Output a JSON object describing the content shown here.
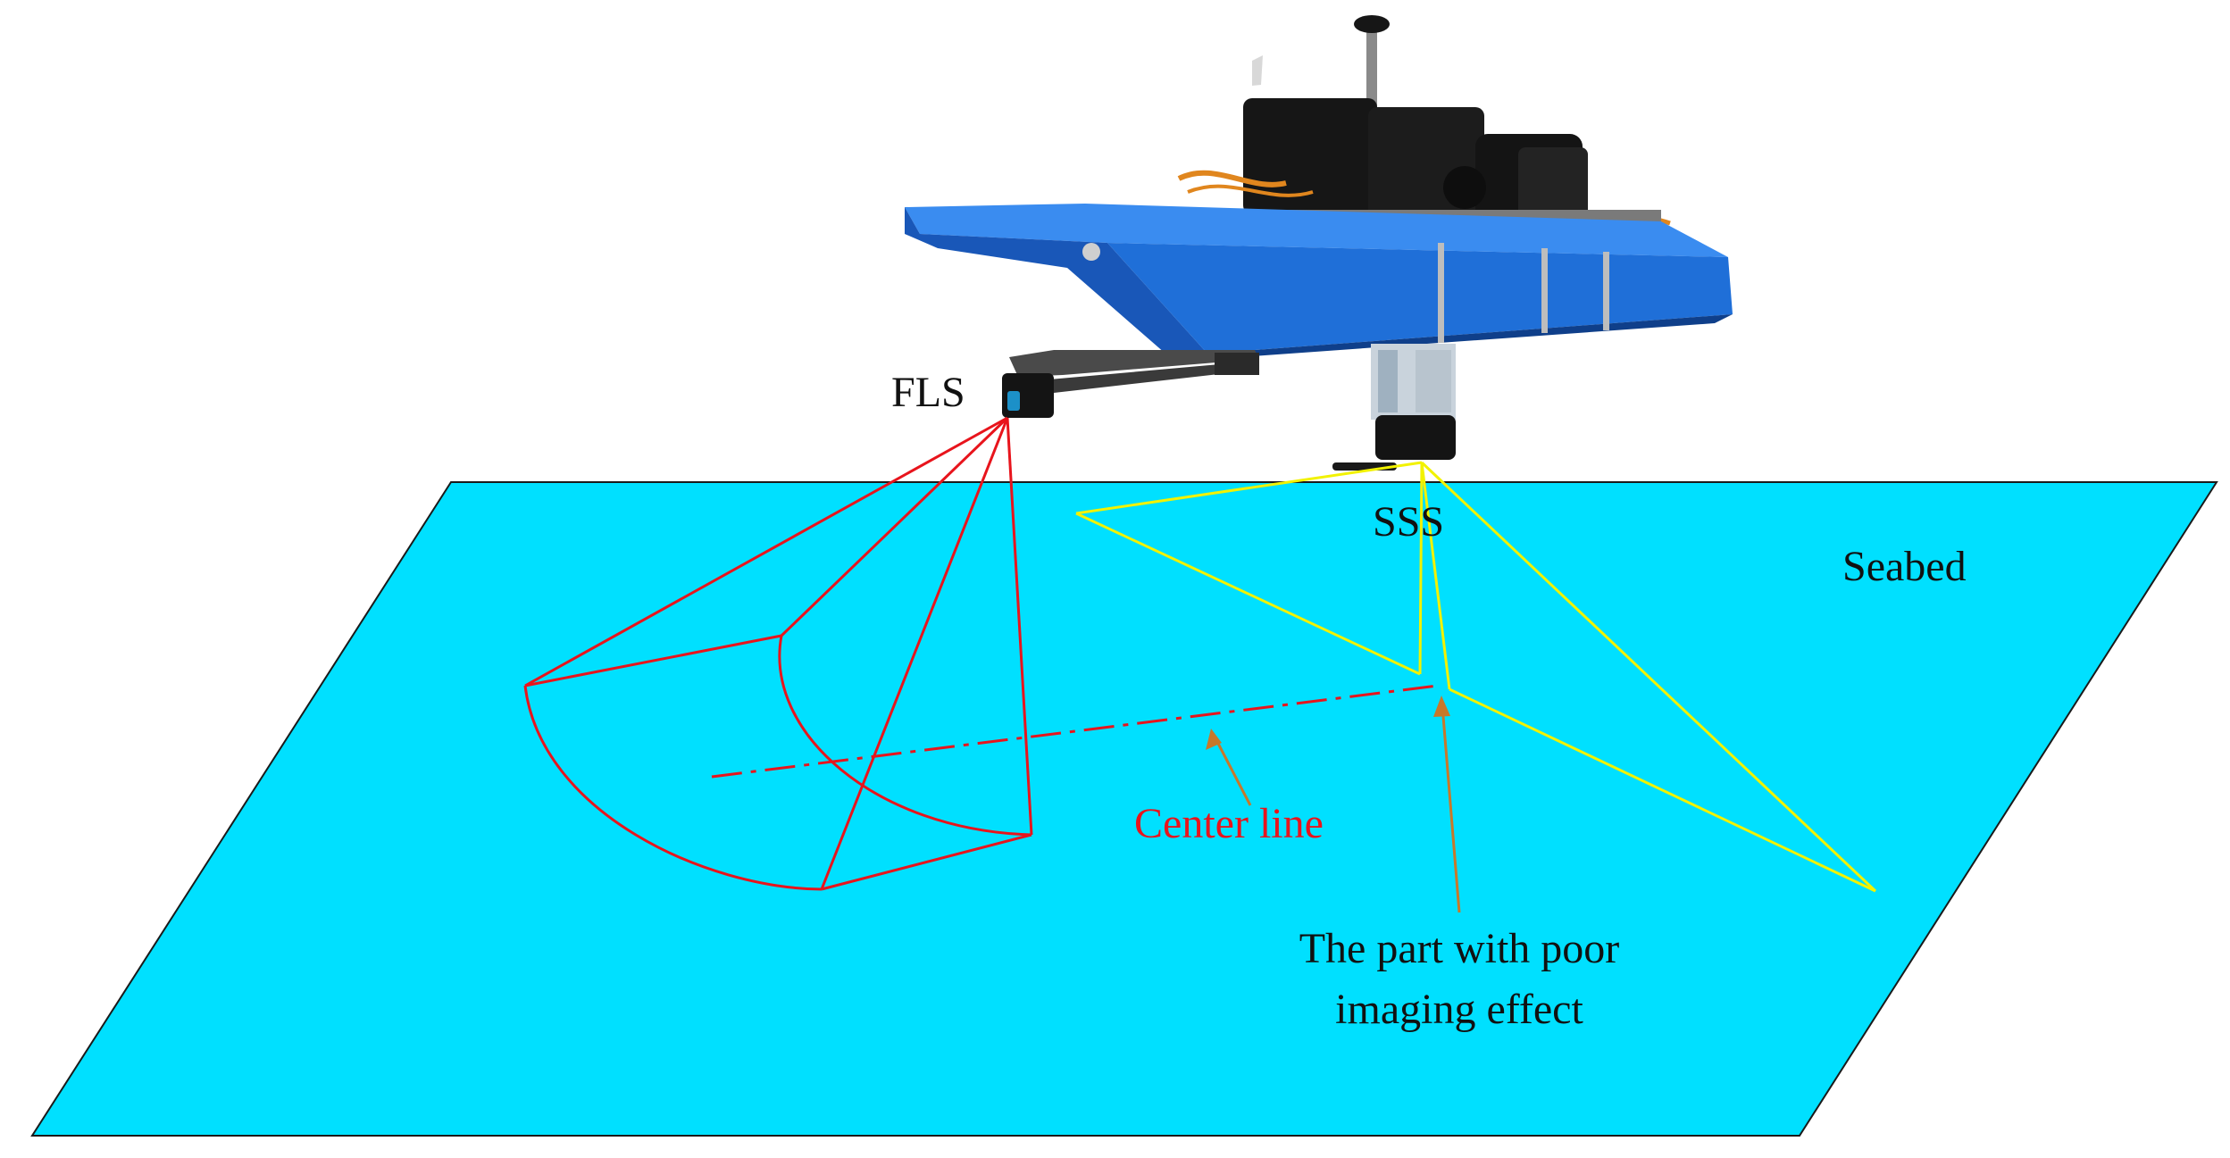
{
  "labels": {
    "fls": "FLS",
    "sss": "SSS",
    "seabed": "Seabed",
    "center_line": "Center line",
    "poor_imaging_line1": "The part with poor",
    "poor_imaging_line2": "imaging effect"
  },
  "colors": {
    "seabed_fill": "#00e0ff",
    "seabed_stroke": "#1a1a1a",
    "fls_beam": "#e8141c",
    "sss_beam": "#f2f200",
    "center_line": "#e8141c",
    "arrow": "#c8782a",
    "center_line_text": "#e8141c",
    "text": "#111111",
    "hull": "#1f6fd8",
    "equipment": "#161616"
  },
  "icons": {
    "vessel": "survey-boat-icon",
    "fls_sensor": "forward-looking-sonar-icon",
    "sss_sensor": "side-scan-sonar-icon"
  }
}
